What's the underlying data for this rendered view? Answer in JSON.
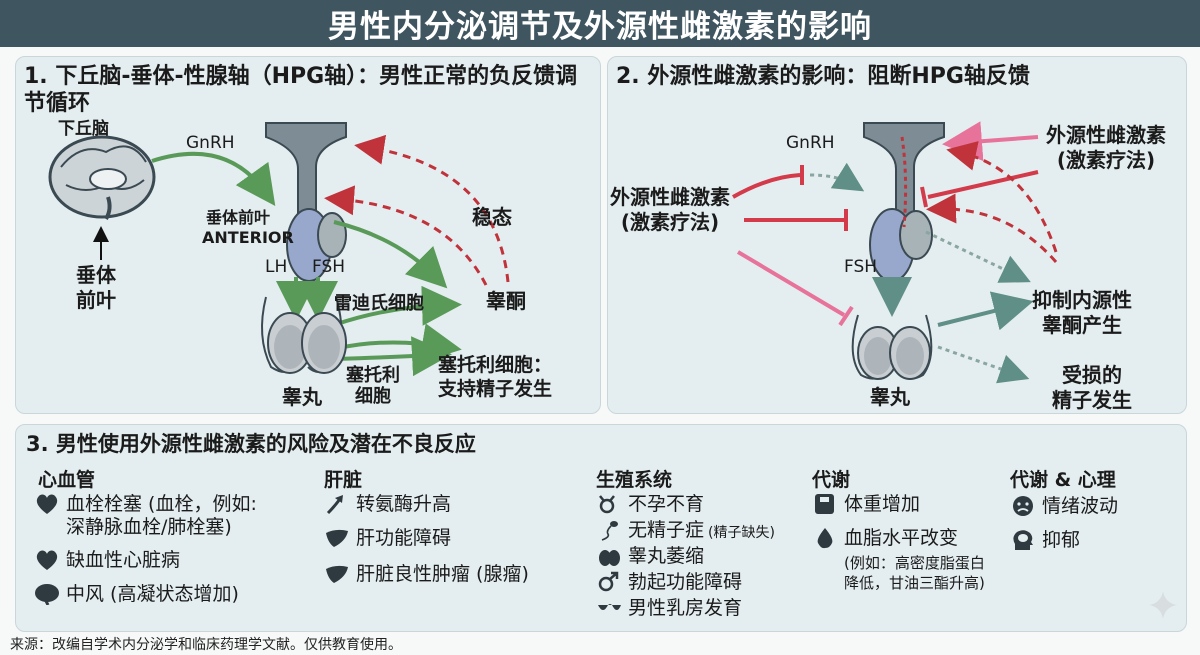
{
  "title": "男性内分泌调节及外源性雌激素的影响",
  "panel1": {
    "title": "1. 下丘脑-垂体-性腺轴（HPG轴）：男性正常的负反馈调节循环",
    "hypothalamus": "下丘脑",
    "gnrh": "GnRH",
    "anterior_pituitary": "垂体前叶",
    "anterior_en": "ANTERIOR",
    "pituitary_vertical": "垂体\n前叶",
    "lh": "LH",
    "fsh": "FSH",
    "leydig": "雷迪氏细胞",
    "testosterone": "睾酮",
    "homeostasis": "稳态",
    "sertoli": "塞托利\n细胞",
    "sertoli_function": "塞托利细胞：\n支持精子发生",
    "testis": "睾丸"
  },
  "panel2": {
    "title": "2. 外源性雌激素的影响：阻断HPG轴反馈",
    "gnrh": "GnRH",
    "exo_left": "外源性雌激素\n(激素疗法)",
    "exo_right": "外源性雌激素\n(激素疗法)",
    "fsh": "FSH",
    "suppress": "抑制内源性\n睾酮产生",
    "impaired": "受损的\n精子发生",
    "testis": "睾丸"
  },
  "panel3": {
    "title": "3. 男性使用外源性雌激素的风险及潜在不良反应",
    "categories": [
      {
        "name": "心血管",
        "items": [
          {
            "icon": "heart-icon",
            "text": "血栓栓塞 (血栓，例如:\n深静脉血栓/肺栓塞)"
          },
          {
            "icon": "heart-icon",
            "text": "缺血性心脏病"
          },
          {
            "icon": "brain-icon",
            "text": "中风 (高凝状态增加)"
          }
        ]
      },
      {
        "name": "肝脏",
        "items": [
          {
            "icon": "arrow-up-icon",
            "text": "转氨酶升高"
          },
          {
            "icon": "liver-icon",
            "text": "肝功能障碍"
          },
          {
            "icon": "liver-icon",
            "text": "肝脏良性肿瘤 (腺瘤)"
          }
        ]
      },
      {
        "name": "生殖系统",
        "items": [
          {
            "icon": "infertility-icon",
            "text": "不孕不育"
          },
          {
            "icon": "sperm-icon",
            "text": "无精子症",
            "note": "(精子缺失)"
          },
          {
            "icon": "testis-icon",
            "text": "睾丸萎缩"
          },
          {
            "icon": "male-icon",
            "text": "勃起功能障碍"
          },
          {
            "icon": "breast-icon",
            "text": "男性乳房发育"
          }
        ]
      },
      {
        "name": "代谢",
        "items": [
          {
            "icon": "scale-icon",
            "text": "体重增加"
          },
          {
            "icon": "drop-icon",
            "text": "血脂水平改变",
            "note": "(例如：高密度脂蛋白\n降低，甘油三酯升高)"
          }
        ]
      },
      {
        "name": "代谢 & 心理",
        "items": [
          {
            "icon": "sad-face-icon",
            "text": "情绪波动"
          },
          {
            "icon": "head-icon",
            "text": "抑郁"
          }
        ]
      }
    ]
  },
  "source": "来源：改编自学术内分泌学和临床药理学文献。仅供教育使用。",
  "colors": {
    "title_bar": "#3f5560",
    "panel": "#e4eef0",
    "green_arrow": "#5a9a58",
    "red_dashed": "#c0333b",
    "red_solid": "#d33a4a",
    "pink": "#e8739a",
    "teal": "#5f8f86"
  }
}
